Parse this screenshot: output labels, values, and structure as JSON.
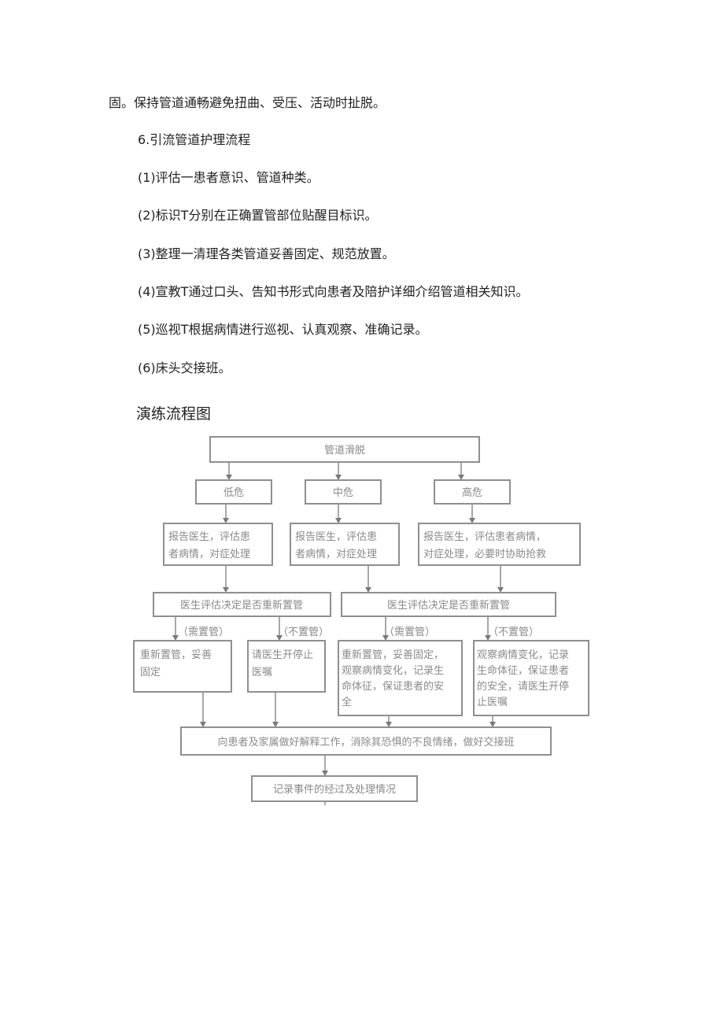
{
  "document": {
    "paragraph_tail": "固。保持管道通畅避免扭曲、受压、活动时扯脱。",
    "section_title": "6.引流管道护理流程",
    "steps": [
      "(1)评估一患者意识、管道种类。",
      "(2)标识T分别在正确置管部位贴醒目标识。",
      "(3)整理一清理各类管道妥善固定、规范放置。",
      "(4)宣教T通过口头、告知书形式向患者及陪护详细介绍管道相关知识。",
      "(5)巡视T根据病情进行巡视、认真观察、准确记录。",
      "(6)床头交接班。"
    ],
    "figure_title": "演练流程图"
  },
  "flowchart": {
    "top": "管道滑脱",
    "levels": [
      "低危",
      "中危",
      "高危"
    ],
    "reports": [
      [
        "报告医生，评估患",
        "者病情，对症处理"
      ],
      [
        "报告医生，评估患",
        "者病情，对症处理"
      ],
      [
        "报告医生，评估患者病情，",
        "对症处理，必要时协助抢救"
      ]
    ],
    "decisions": [
      "医生评估决定是否重新置管",
      "医生评估决定是否重新置管"
    ],
    "branch_labels": [
      "（需置管）",
      "（不置管）",
      "（需置管）",
      "（不置管）"
    ],
    "actions": [
      [
        "重新置管，妥善",
        "固定"
      ],
      [
        "请医生开停止",
        "医嘱"
      ],
      [
        "重新置管，妥善固定，",
        "观察病情变化，记录生",
        "命体征，保证患者的安",
        "全"
      ],
      [
        "观察病情变化，记录",
        "生命体征，保证患者",
        "的安全，请医生开停",
        "止医嘱"
      ]
    ],
    "notify": "向患者及家属做好解释工作，消除其恐惧的不良情绪，做好交接班",
    "record": "记录事件的经过及处理情况"
  }
}
